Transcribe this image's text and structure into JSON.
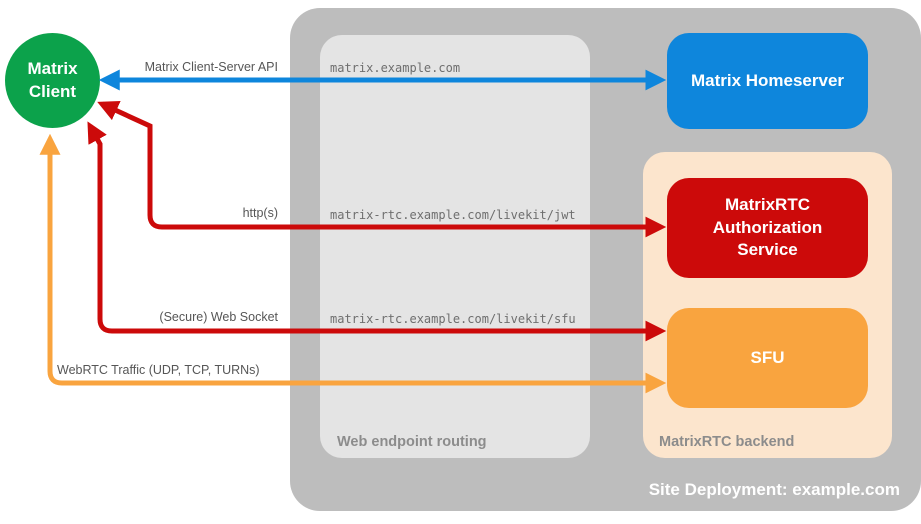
{
  "client": {
    "label": "Matrix\nClient"
  },
  "nodes": {
    "homeserver": {
      "label": "Matrix Homeserver"
    },
    "auth_service": {
      "label": "MatrixRTC Authorization Service"
    },
    "sfu": {
      "label": "SFU"
    }
  },
  "groups": {
    "deployment": {
      "label": "Site Deployment: example.com"
    },
    "web_routing": {
      "label": "Web endpoint routing"
    },
    "backend": {
      "label": "MatrixRTC backend"
    }
  },
  "connections": [
    {
      "id": "client-server-api",
      "label": "Matrix Client-Server API",
      "endpoint": "matrix.example.com",
      "color": "#0E86DC",
      "bidirectional": true
    },
    {
      "id": "http-jwt",
      "label": "http(s)",
      "endpoint": "matrix-rtc.example.com/livekit/jwt",
      "color": "#CC0A0A",
      "bidirectional": true
    },
    {
      "id": "websocket-sfu",
      "label": "(Secure) Web Socket",
      "endpoint": "matrix-rtc.example.com/livekit/sfu",
      "color": "#CC0A0A",
      "bidirectional": true
    },
    {
      "id": "webrtc-traffic",
      "label": "WebRTC Traffic (UDP, TCP, TURNs)",
      "endpoint": "",
      "color": "#F9A43F",
      "bidirectional": true
    }
  ],
  "colors": {
    "client_green": "#0CA24B",
    "homeserver_blue": "#0E86DC",
    "service_red": "#CC0A0A",
    "sfu_orange": "#F9A43F",
    "backend_peach": "#FCE5CD",
    "deployment_gray": "#BDBDBD",
    "routing_gray": "#E4E4E4"
  }
}
